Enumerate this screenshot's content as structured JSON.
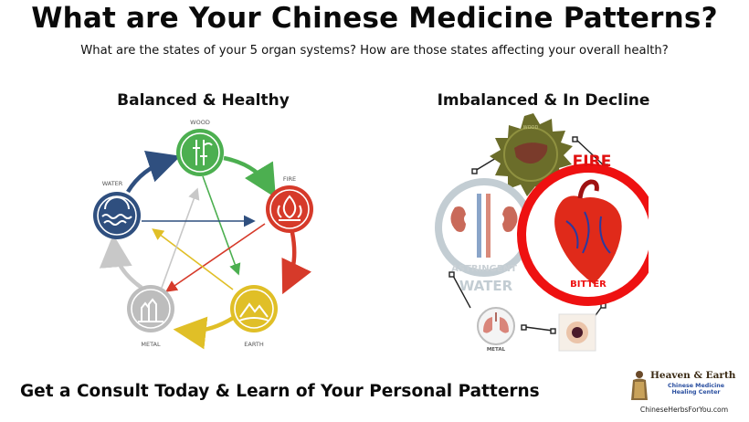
{
  "header": {
    "title": "What are Your Chinese Medicine Patterns?",
    "subtitle": "What are the states of your 5 organ systems? How are those states affecting your overall health?"
  },
  "balanced": {
    "heading": "Balanced & Healthy",
    "elements": {
      "wood": "WOOD",
      "fire": "FIRE",
      "earth": "EARTH",
      "metal": "METAL",
      "water": "WATER"
    }
  },
  "imbalanced": {
    "heading": "Imbalanced & In Decline",
    "fire_label": "FIRE",
    "bitter_label": "BITTER",
    "water_label": "WATER",
    "astringent_label": "ASTRINGENT",
    "wood_label": "WOOD",
    "metal_label": "METAL"
  },
  "footer": {
    "cta": "Get a Consult Today & Learn of Your Personal Patterns",
    "logo_title": "Heaven & Earth",
    "logo_sub": "Chinese Medicine Healing Center",
    "logo_url": "ChineseHerbsForYou.com"
  },
  "colors": {
    "wood": "#4caf50",
    "fire": "#d63a2a",
    "earth": "#e0bf27",
    "metal": "#b5b5b5",
    "water": "#2f4f7f",
    "red_ring": "#ee1111",
    "olive": "#6b6d2a"
  }
}
